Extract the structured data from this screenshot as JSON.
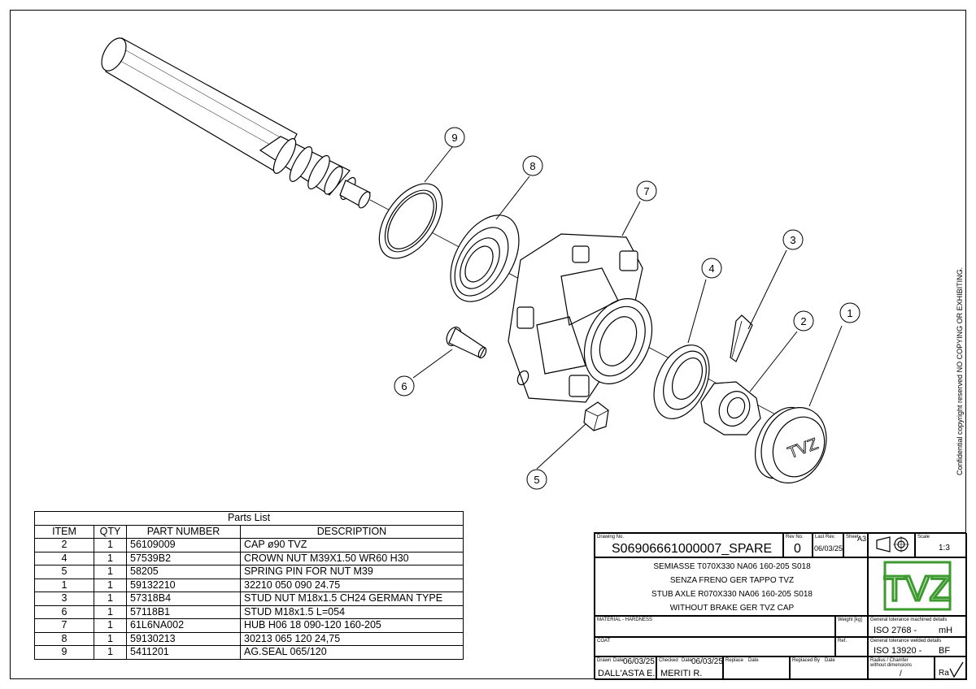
{
  "side_note": "Confidential copyright reserved NO COPYING OR EXHIBITING.",
  "balloons": [
    "1",
    "2",
    "3",
    "4",
    "5",
    "6",
    "7",
    "8",
    "9"
  ],
  "logo_text": "TVZ",
  "parts_list": {
    "title": "Parts List",
    "headers": [
      "ITEM",
      "QTY",
      "PART NUMBER",
      "DESCRIPTION"
    ],
    "rows": [
      {
        "item": "2",
        "qty": "1",
        "part": "56109009",
        "desc": "CAP ø90 TVZ"
      },
      {
        "item": "4",
        "qty": "1",
        "part": "57539B2",
        "desc": "CROWN NUT M39X1.50 WR60 H30"
      },
      {
        "item": "5",
        "qty": "1",
        "part": "58205",
        "desc": "SPRING PIN FOR NUT M39"
      },
      {
        "item": "1",
        "qty": "1",
        "part": "59132210",
        "desc": "32210 050 090 24.75"
      },
      {
        "item": "3",
        "qty": "1",
        "part": "57318B4",
        "desc": "STUD NUT M18x1.5 CH24 GERMAN TYPE"
      },
      {
        "item": "6",
        "qty": "1",
        "part": "57118B1",
        "desc": "STUD M18x1.5 L=054"
      },
      {
        "item": "7",
        "qty": "1",
        "part": "61L6NA002",
        "desc": "HUB H06 18 090-120 160-205"
      },
      {
        "item": "8",
        "qty": "1",
        "part": "59130213",
        "desc": "30213 065 120 24,75"
      },
      {
        "item": "9",
        "qty": "1",
        "part": "5411201",
        "desc": "AG.SEAL 065/120"
      }
    ]
  },
  "title_block": {
    "drawing_no_label": "Drawing No.",
    "drawing_no": "S06906661000007_SPARE",
    "rev_no_label": "Rev No.",
    "rev_no": "0",
    "last_rev_label": "Last Rev.",
    "last_rev": "06/03/25",
    "sheet_label": "Sheet",
    "sheet": "A3",
    "scale_label": "Scale",
    "scale": "1:3",
    "description_lines": [
      "SEMIASSE T070X330 NA06 160-205 S018",
      "SENZA FRENO GER TAPPO TVZ",
      "STUB AXLE R070X330 NA06 160-205 S018",
      "WITHOUT BRAKE GER TVZ CAP"
    ],
    "material_label": "MATERIAL - HARDNESS",
    "weight_label": "Weight [kg]",
    "coat_label": "COAT",
    "ref_label": "Ref.",
    "tol_machined_label": "General tolerance machined details",
    "tol_machined": "ISO 2768 -",
    "tol_machined_class": "mH",
    "tol_welded_label": "General tolerance welded details",
    "tol_welded": "ISO 13920 -",
    "tol_welded_class": "BF",
    "radius_label": "Radius / Chamfer without dimensions",
    "radius_value": "/",
    "ra_label": "Ra",
    "drawn_label": "Drawn",
    "date_label": "Date",
    "drawn_date": "06/03/25",
    "drawn_by": "DALL'ASTA E.",
    "checked_label": "Checked",
    "checked_date": "06/03/25",
    "checked_by": "MERITI R.",
    "replace_label": "Replace",
    "replaced_by_label": "Replaced By"
  },
  "colors": {
    "logo_green": "#3c9a2f",
    "line": "#000000"
  }
}
